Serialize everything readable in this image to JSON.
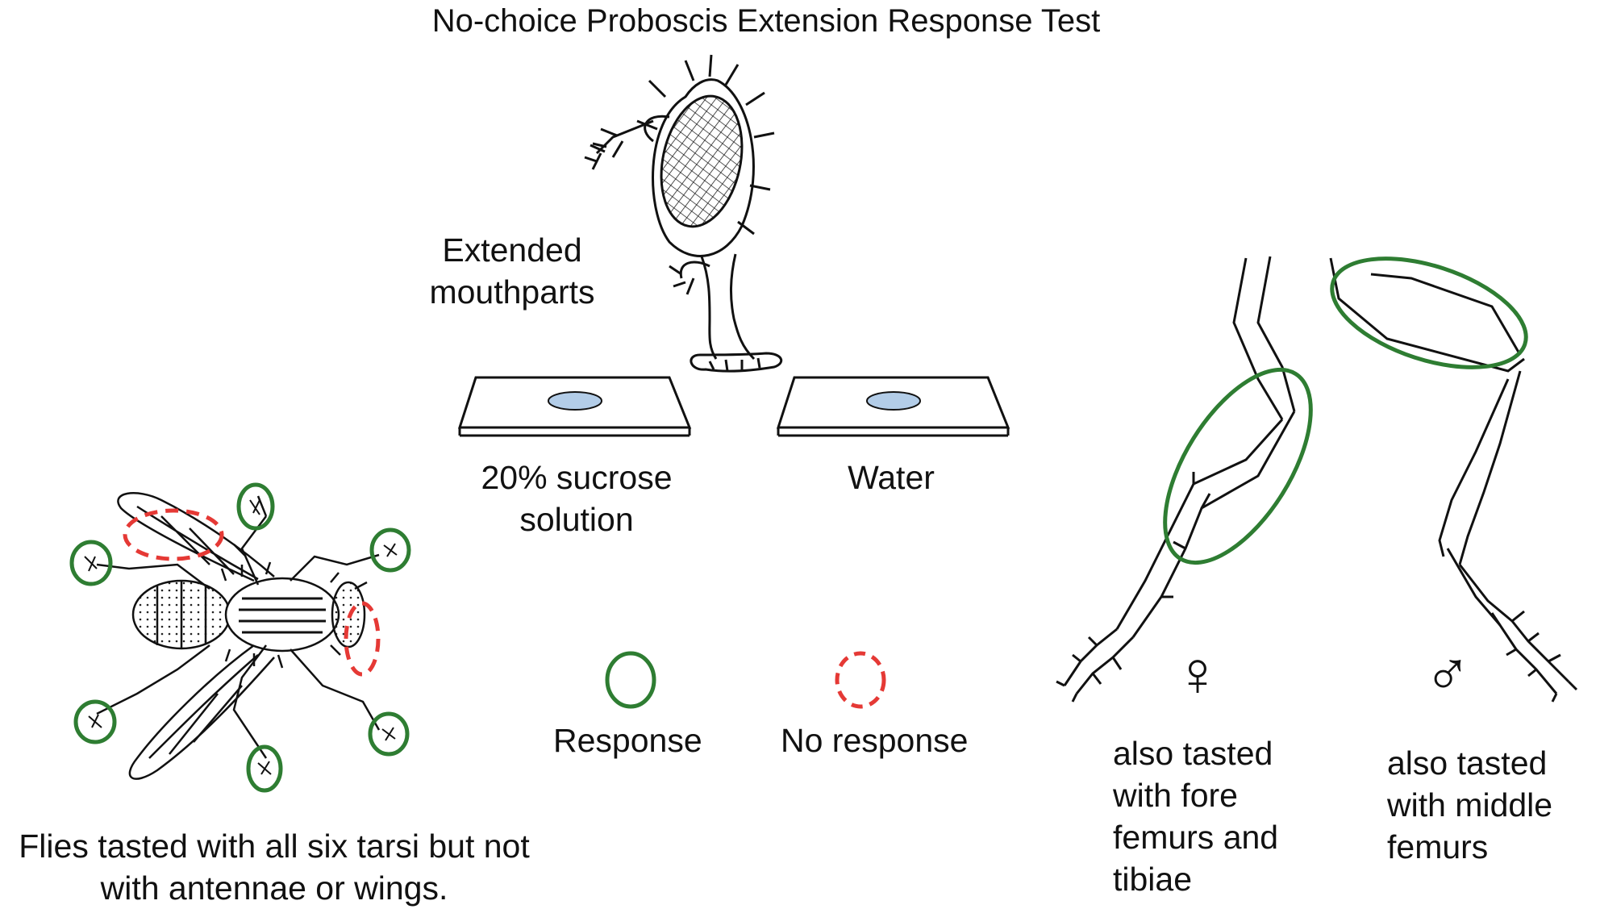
{
  "title": "No-choice Proboscis Extension Response Test",
  "labels": {
    "extended_line1": "Extended",
    "extended_line2": "mouthparts",
    "sucrose_line1": "20% sucrose",
    "sucrose_line2": "solution",
    "water": "Water",
    "response": "Response",
    "no_response": "No response",
    "flies_line1": "Flies tasted with all six tarsi but not",
    "flies_line2": "with antennae or wings.",
    "female_symbol": "♀",
    "male_symbol": "♂",
    "female_line1": "also tasted",
    "female_line2": "with fore",
    "female_line3": "femurs and",
    "female_line4": "tibiae",
    "male_line1": "also tasted",
    "male_line2": "with middle",
    "male_line3": "femurs"
  },
  "colors": {
    "response": "#2e7d32",
    "no_response": "#e53935",
    "droplet": "#b3cde8",
    "ink": "#111111"
  }
}
